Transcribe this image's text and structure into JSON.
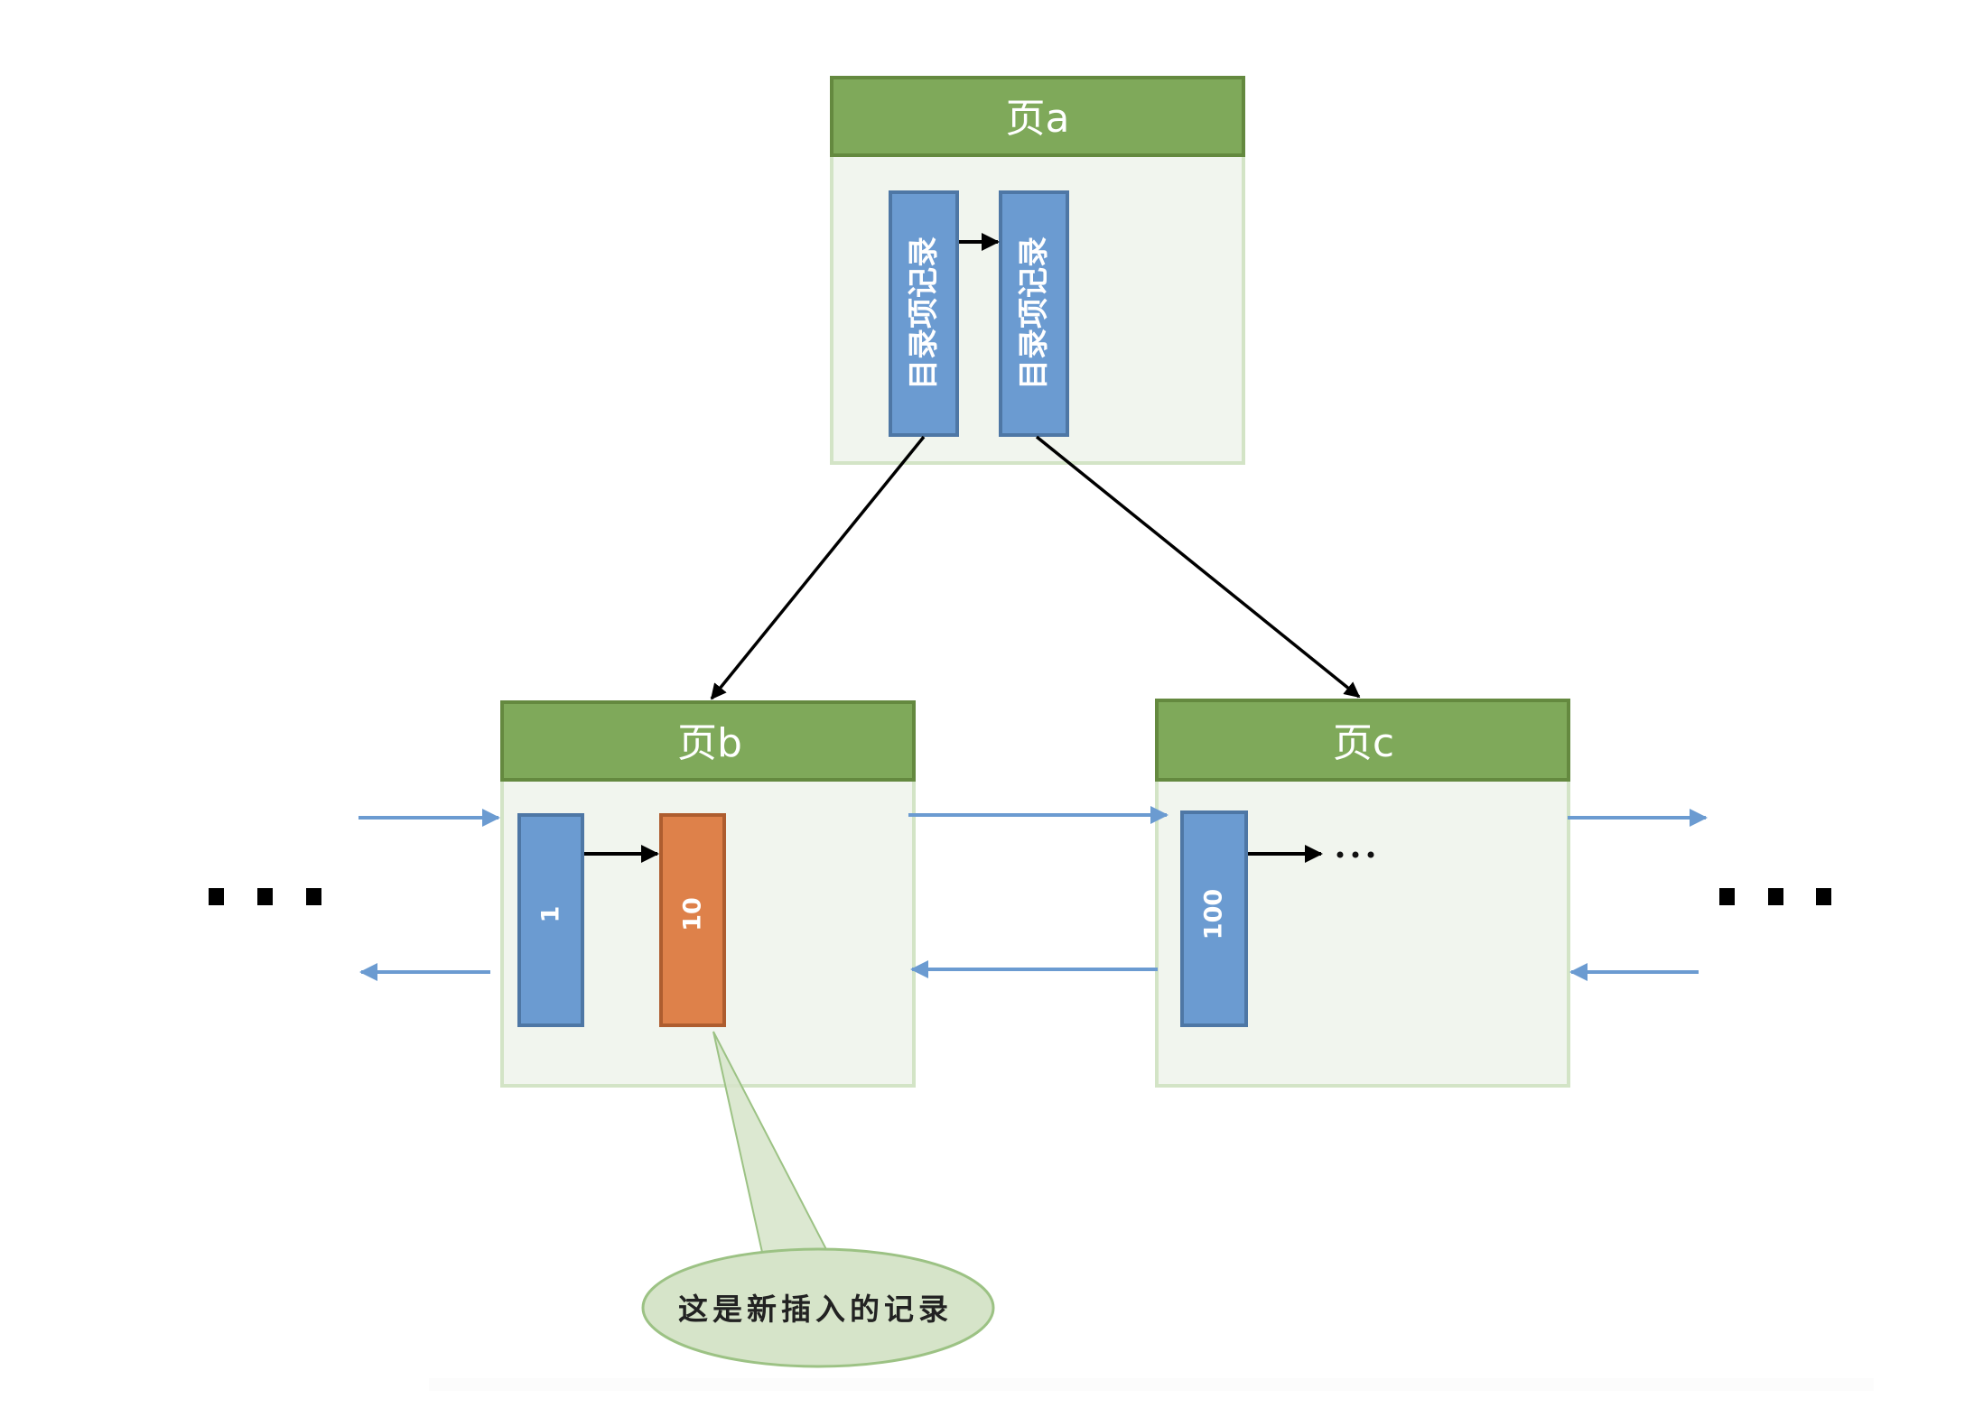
{
  "diagram": {
    "type": "b-plus-tree-page-structure",
    "colors": {
      "header_fill": "#7fa95a",
      "header_border": "#64893f",
      "body_fill": "#f1f5ee",
      "body_border": "#d3e4c6",
      "record_fill": "#6b9bd1",
      "record_border": "#4e77a5",
      "new_record_fill": "#de814a",
      "new_record_border": "#ae5d2f",
      "sibling_arrow": "#6b9bd1",
      "pointer_arrow": "#000000",
      "callout_fill": "#d6e4c9",
      "callout_border": "#9cc284"
    },
    "pages": {
      "a": {
        "title": "页a",
        "records": [
          {
            "label": "目录项记录",
            "kind": "directory"
          },
          {
            "label": "目录项记录",
            "kind": "directory"
          }
        ]
      },
      "b": {
        "title": "页b",
        "records": [
          {
            "label": "1",
            "kind": "user"
          },
          {
            "label": "10",
            "kind": "new"
          }
        ]
      },
      "c": {
        "title": "页c",
        "records": [
          {
            "label": "100",
            "kind": "user"
          }
        ],
        "continuation": "···"
      }
    },
    "edges": [
      {
        "from": "a.records.0",
        "to": "b",
        "kind": "child-pointer"
      },
      {
        "from": "a.records.1",
        "to": "c",
        "kind": "child-pointer"
      },
      {
        "from": "a.records.0",
        "to": "a.records.1",
        "kind": "next-record"
      },
      {
        "from": "b.records.0",
        "to": "b.records.1",
        "kind": "next-record"
      },
      {
        "from": "c.records.0",
        "to": "c.continuation",
        "kind": "next-record"
      },
      {
        "from": "left-ellipsis",
        "to": "b",
        "kind": "next-page"
      },
      {
        "from": "b",
        "to": "left-ellipsis",
        "kind": "prev-page"
      },
      {
        "from": "b",
        "to": "c",
        "kind": "next-page"
      },
      {
        "from": "c",
        "to": "b",
        "kind": "prev-page"
      },
      {
        "from": "c",
        "to": "right-ellipsis",
        "kind": "next-page"
      },
      {
        "from": "right-ellipsis",
        "to": "c",
        "kind": "prev-page"
      }
    ],
    "ellipsis_left": "···",
    "ellipsis_right": "···",
    "callout": {
      "text": "这是新插入的记录",
      "target": "b.records.1"
    }
  }
}
